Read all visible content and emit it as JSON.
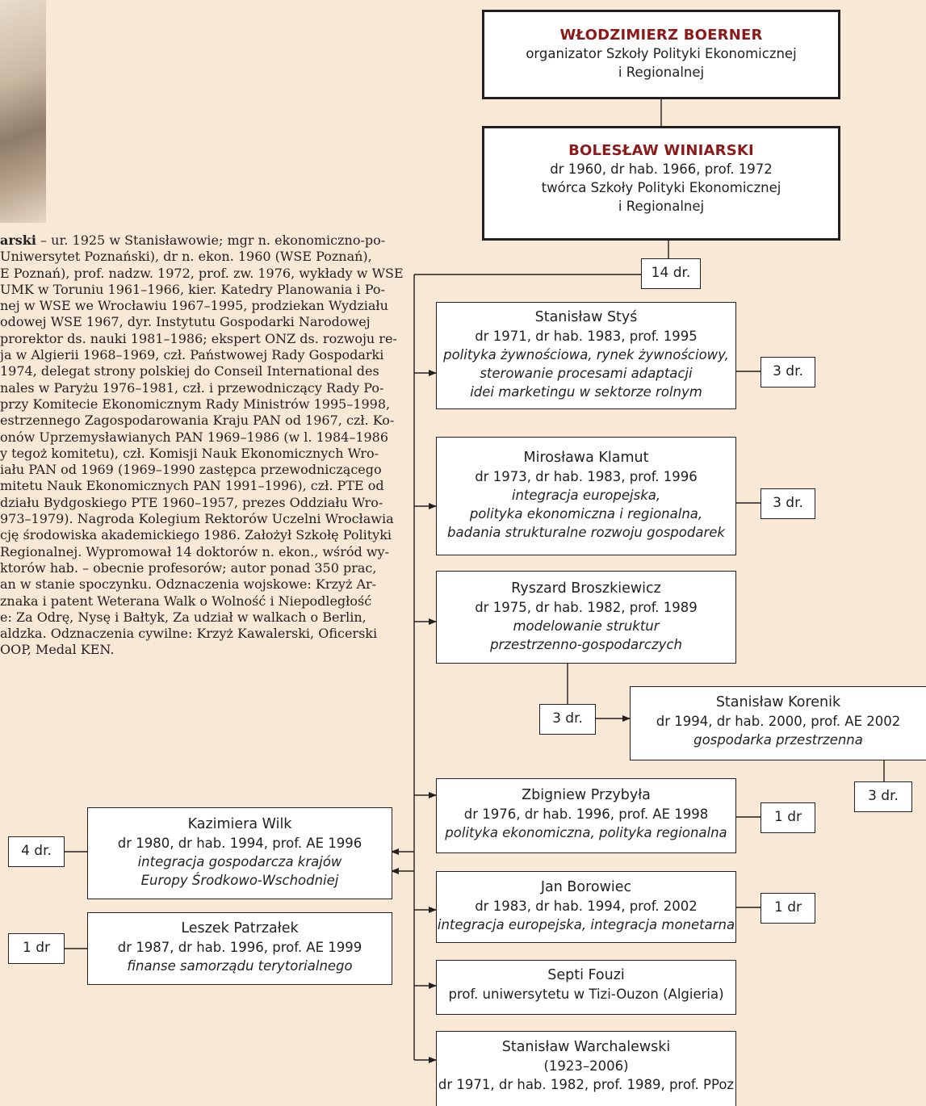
{
  "bio": {
    "lines": [
      {
        "bold": "arski",
        "text": " – ur. 1925 w Stanisławowie; mgr n. ekonomiczno-po-"
      },
      {
        "text": " Uniwersytet Poznański), dr n. ekon. 1960 (WSE Poznań),"
      },
      {
        "text": "E Poznań), prof. nadzw. 1972, prof. zw. 1976, wykłady w WSE"
      },
      {
        "text": "UMK w Toruniu 1961–1966, kier. Katedry Planowania i Po-"
      },
      {
        "text": "nej w WSE we Wrocławiu 1967–1995, prodziekan Wydziału"
      },
      {
        "text": "odowej WSE 1967, dyr. Instytutu Gospodarki Narodowej"
      },
      {
        "text": "prorektor ds. nauki 1981–1986; ekspert ONZ ds. rozwoju re-"
      },
      {
        "text": "ja w Algierii 1968–1969, czł. Państwowej Rady Gospodarki"
      },
      {
        "text": " 1974, delegat strony polskiej do Conseil International des"
      },
      {
        "text": "nales w Paryżu 1976–1981, czł. i przewodniczący Rady Po-"
      },
      {
        "text": "przy Komitecie Ekonomicznym Rady Ministrów 1995–1998,"
      },
      {
        "text": "estrzennego Zagospodarowania Kraju PAN od 1967, czł. Ko-"
      },
      {
        "text": "onów Uprzemysławianych PAN 1969–1986 (w l. 1984–1986"
      },
      {
        "text": "y tegoż komitetu), czł. Komisji Nauk Ekonomicznych Wro-"
      },
      {
        "text": "iału PAN od 1969 (1969–1990 zastępca przewodniczącego"
      },
      {
        "text": "mitetu Nauk Ekonomicznych PAN 1991–1996), czł. PTE od"
      },
      {
        "text": "działu Bydgoskiego PTE 1960–1957, prezes Oddziału Wro-"
      },
      {
        "text": "973–1979). Nagroda Kolegium Rektorów Uczelni Wrocławia"
      },
      {
        "text": "cję środowiska akademickiego 1986. Założył Szkołę Polityki"
      },
      {
        "text": "Regionalnej. Wypromował 14 doktorów n. ekon., wśród wy-"
      },
      {
        "text": "ktorów hab. – obecnie profesorów; autor ponad 350 prac,"
      },
      {
        "text": "an w stanie spoczynku. Odznaczenia wojskowe: Krzyż Ar-"
      },
      {
        "text": "znaka i patent Weterana Walk o Wolność i Niepodległość"
      },
      {
        "text": "e: Za Odrę, Nysę i Bałtyk, Za udział w walkach o Berlin,"
      },
      {
        "text": "aldzka. Odznaczenia cywilne: Krzyż Kawalerski, Oficerski"
      },
      {
        "text": "OOP, Medal KEN."
      }
    ]
  },
  "top": {
    "name": "WŁODZIMIERZ BOERNER",
    "line1": "organizator Szkoły Polityki Ekonomicznej",
    "line2": "i Regionalnej"
  },
  "main": {
    "name": "BOLESŁAW WINIARSKI",
    "line1": "dr 1960, dr hab. 1966, prof. 1972",
    "line2": "twórca Szkoły Polityki Ekonomicznej",
    "line3": "i Regionalnej",
    "count": "14 dr."
  },
  "people": {
    "stys": {
      "name": "Stanisław Styś",
      "dates": "dr 1971, dr hab. 1983, prof. 1995",
      "f1": "polityka żywnościowa, rynek żywnościowy,",
      "f2": "sterowanie procesami adaptacji",
      "f3": "idei marketingu w sektorze rolnym",
      "count": "3 dr."
    },
    "klamut": {
      "name": "Mirosława Klamut",
      "dates": "dr 1973, dr hab. 1983, prof. 1996",
      "f1": "integracja europejska,",
      "f2": "polityka ekonomiczna i regionalna,",
      "f3": "badania strukturalne rozwoju gospodarek",
      "count": "3 dr."
    },
    "broszkiewicz": {
      "name": "Ryszard Broszkiewicz",
      "dates": "dr 1975, dr hab. 1982, prof. 1989",
      "f1": "modelowanie struktur",
      "f2": "przestrzenno-gospodarczych",
      "count": "3 dr."
    },
    "korenik": {
      "name": "Stanisław Korenik",
      "dates": "dr 1994, dr hab. 2000, prof. AE 2002",
      "f1": "gospodarka przestrzenna",
      "count": "3 dr."
    },
    "przybyla": {
      "name": "Zbigniew Przybyła",
      "dates": "dr 1976, dr hab. 1996, prof. AE 1998",
      "f1": "polityka ekonomiczna, polityka regionalna",
      "count": "1 dr"
    },
    "borowiec": {
      "name": "Jan Borowiec",
      "dates": "dr 1983, dr hab. 1994, prof. 2002",
      "f1": "integracja europejska, integracja monetarna",
      "count": "1 dr"
    },
    "fouzi": {
      "name": "Septi Fouzi",
      "dates": "prof. uniwersytetu w Tizi-Ouzon (Algieria)"
    },
    "warchalewski": {
      "name": "Stanisław Warchalewski",
      "years": "(1923–2006)",
      "dates": "dr 1971, dr hab. 1982, prof. 1989, prof. PPoz"
    },
    "wilk": {
      "name": "Kazimiera Wilk",
      "dates": "dr 1980, dr hab. 1994, prof. AE 1996",
      "f1": "integracja gospodarcza krajów",
      "f2": "Europy Środkowo-Wschodniej",
      "count": "4 dr."
    },
    "patrzalek": {
      "name": "Leszek Patrzałek",
      "dates": "dr 1987, dr hab. 1996, prof. AE 1999",
      "f1": "finanse samorządu terytorialnego",
      "count": "1 dr"
    }
  },
  "colors": {
    "background": "#f8e9d6",
    "accent_name": "#8c1a1a",
    "border": "#231f20"
  }
}
